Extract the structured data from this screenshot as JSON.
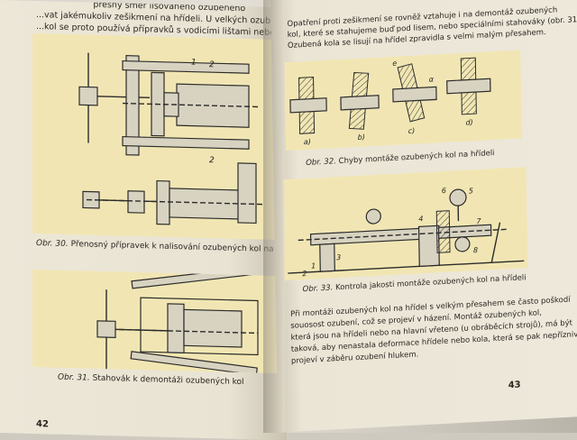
{
  "left_page": {
    "top_lines": [
      "                     přesný směr lisovaného ozubeného",
      "...vat jakémukoliv zešikmení na hřídeli. U velkých ozubených",
      "...kol se proto používá přípravků s vodicími lištami nebo tyčemi (obr."
    ],
    "fig30": {
      "number": "Obr. 30.",
      "caption": "Přenosný přípravek k nalisování ozubených kol na hřídel",
      "labels": [
        "1",
        "2",
        "2"
      ]
    },
    "fig31": {
      "number": "Obr. 31.",
      "caption": "Stahovák k demontáži ozubených kol"
    },
    "page_number": "42"
  },
  "right_page": {
    "top_lines": [
      "Opatření proti zešikmení se rovněž vztahuje i na demontáž ozubených",
      "kol, které se stahujeme buď pod lisem, nebo speciálními stahováky (obr. 31).",
      "Ozubená kola se lisují na hřídel zpravidla s velmi malým přesahem."
    ],
    "fig32": {
      "number": "Obr. 32.",
      "caption": "Chyby montáže ozubených kol na hřídeli",
      "labels": [
        "a)",
        "b)",
        "c)",
        "d)",
        "e",
        "α"
      ]
    },
    "fig33": {
      "number": "Obr. 33.",
      "caption": "Kontrola jakosti montáže ozubených kol na hřídeli",
      "labels": [
        "1",
        "2",
        "3",
        "4",
        "5",
        "6",
        "7",
        "8"
      ]
    },
    "body_lines": [
      "Při montáži ozubených kol na hřídel s velkým přesahem se často poškodí",
      "souosost ozubení, což se projeví v házení. Montáž ozubených kol,",
      "která jsou na hřídeli nebo na hlavní vřeteno (u obráběcích strojů), má být",
      "taková, aby nenastala deformace hřídele nebo kola, která se pak nepříznivě",
      "projeví v záběru ozubení hlukem."
    ],
    "page_number": "43"
  }
}
